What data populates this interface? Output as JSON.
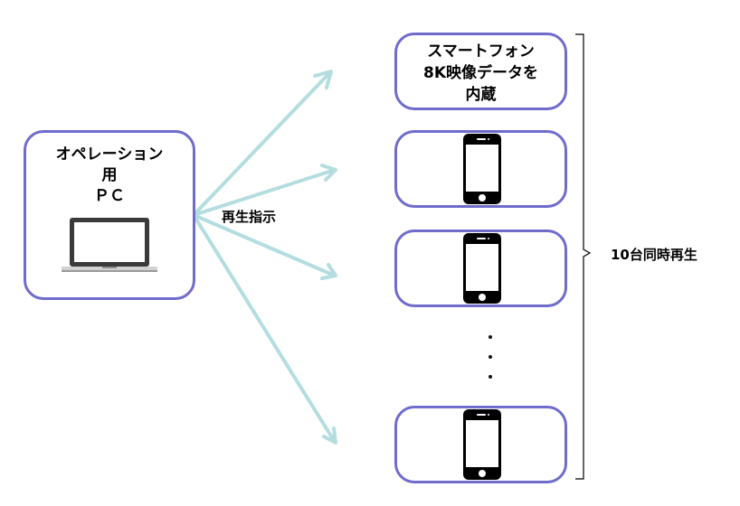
{
  "colors": {
    "box_border": "#6f6ccb",
    "arrow": "#b4dde0",
    "text": "#000000"
  },
  "operation_pc": {
    "title_lines": [
      "オペレーション",
      "用",
      "ＰＣ"
    ],
    "icon": "laptop-icon"
  },
  "smartphone_header": {
    "title_lines": [
      "スマートフォン",
      "8K映像データを",
      "内蔵"
    ]
  },
  "phones": [
    {
      "icon": "smartphone-icon"
    },
    {
      "icon": "smartphone-icon"
    },
    {
      "icon": "smartphone-icon"
    }
  ],
  "ellipsis": "・・・",
  "command_label": "再生指示",
  "sync_label": "10台同時再生"
}
